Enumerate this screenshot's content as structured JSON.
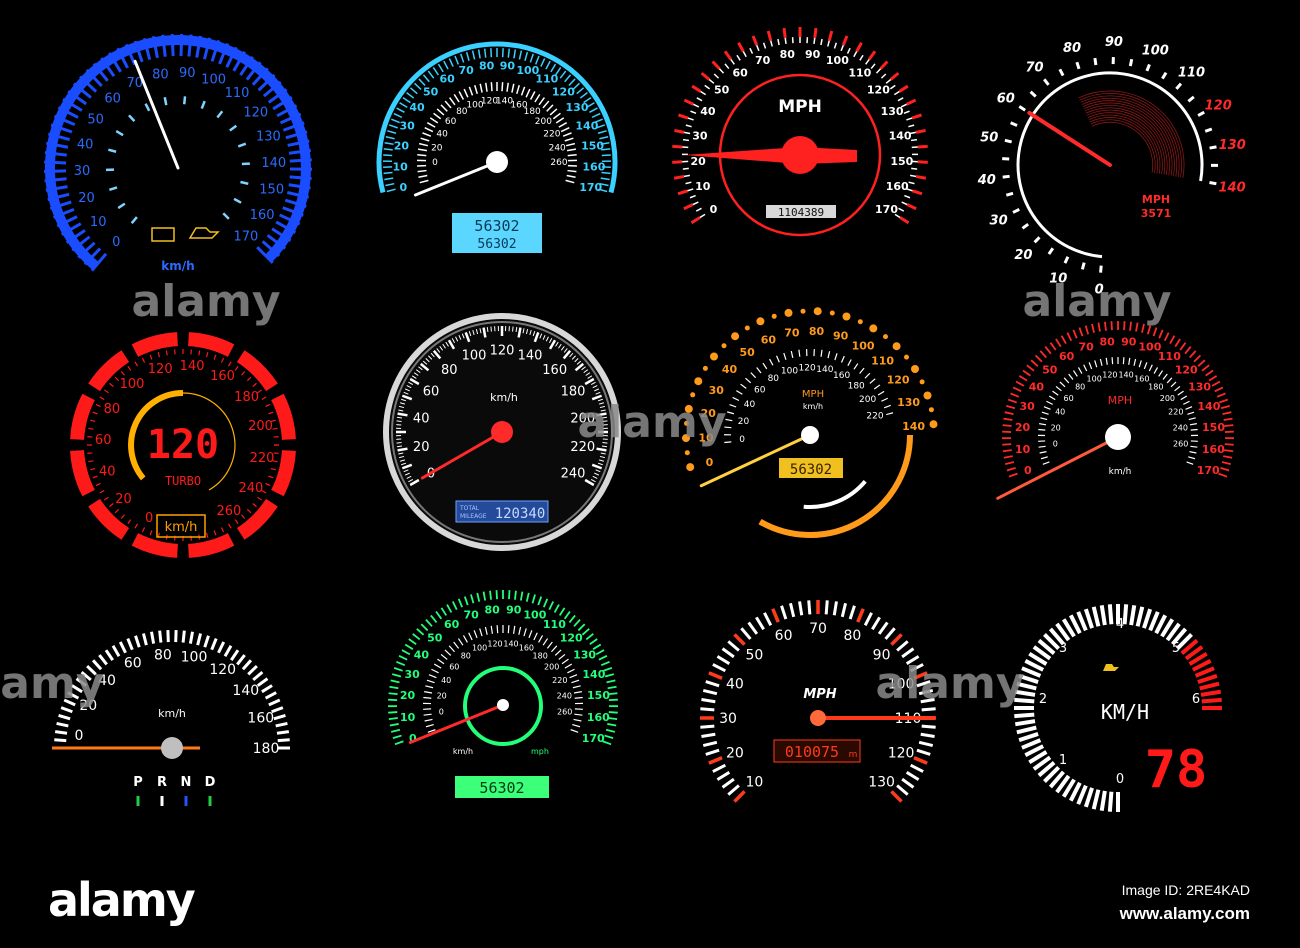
{
  "colors": {
    "background": "#000000",
    "white": "#ffffff",
    "watermark": "#8a8a8a"
  },
  "gauges": [
    {
      "id": "blue-kmh",
      "labels": [
        "0",
        "10",
        "20",
        "30",
        "40",
        "50",
        "60",
        "70",
        "80",
        "90",
        "100",
        "110",
        "120",
        "130",
        "140",
        "150",
        "160",
        "170"
      ],
      "unit": "km/h",
      "needle_value": 73,
      "accent": "#1a4dff",
      "text_color": "#2a6bff",
      "icons": [
        "battery-icon",
        "oil-can-icon"
      ]
    },
    {
      "id": "cyan-kmh",
      "outer_labels": [
        "0",
        "10",
        "20",
        "30",
        "40",
        "50",
        "60",
        "70",
        "80",
        "90",
        "100",
        "110",
        "120",
        "130",
        "140",
        "150",
        "160",
        "170"
      ],
      "inner_labels": [
        "0",
        "20",
        "40",
        "60",
        "80",
        "100",
        "120",
        "140",
        "160",
        "180",
        "200",
        "220",
        "240",
        "260"
      ],
      "odometer": [
        "56302",
        "56302"
      ],
      "needle_value": 8,
      "accent": "#3ad0ff"
    },
    {
      "id": "red-mph",
      "labels": [
        "0",
        "10",
        "20",
        "30",
        "40",
        "50",
        "60",
        "70",
        "80",
        "90",
        "100",
        "110",
        "120",
        "130",
        "140",
        "150",
        "160",
        "170"
      ],
      "title": "MPH",
      "odometer": "1104389",
      "accent": "#ff2020"
    },
    {
      "id": "white-red-mph",
      "labels": [
        "0",
        "10",
        "20",
        "30",
        "40",
        "50",
        "60",
        "70",
        "80",
        "90",
        "100",
        "110",
        "120",
        "130",
        "140"
      ],
      "unit": "MPH",
      "readout": "3571",
      "needle_value": 60,
      "accent": "#ff2a2a"
    },
    {
      "id": "red-turbo-kmh",
      "labels": [
        "0",
        "20",
        "40",
        "60",
        "80",
        "100",
        "120",
        "140",
        "160",
        "180",
        "200",
        "220",
        "240",
        "260"
      ],
      "digital_value": "120",
      "badge": "TURBO",
      "unit": "km/h",
      "accent": "#ff1a1a",
      "arc_color": "#ffb000"
    },
    {
      "id": "chrome-kmh",
      "labels": [
        "0",
        "20",
        "40",
        "60",
        "80",
        "100",
        "120",
        "140",
        "160",
        "180",
        "200",
        "220",
        "240"
      ],
      "unit": "km/h",
      "mileage_label": [
        "TOTAL",
        "MILEAGE"
      ],
      "mileage": "120340",
      "needle_value": 0
    },
    {
      "id": "orange-mph",
      "outer_labels": [
        "0",
        "10",
        "20",
        "30",
        "40",
        "50",
        "60",
        "70",
        "80",
        "90",
        "100",
        "110",
        "120",
        "130",
        "140"
      ],
      "inner_labels": [
        "0",
        "20",
        "40",
        "60",
        "80",
        "100",
        "120",
        "140",
        "160",
        "180",
        "200",
        "220"
      ],
      "unit": "MPH",
      "sub_unit": "km/h",
      "odometer": "56302",
      "accent": "#ff9a1a"
    },
    {
      "id": "red-white-mph",
      "outer_labels": [
        "0",
        "10",
        "20",
        "30",
        "40",
        "50",
        "60",
        "70",
        "80",
        "90",
        "100",
        "110",
        "120",
        "130",
        "140",
        "150",
        "160",
        "170"
      ],
      "inner_labels": [
        "0",
        "20",
        "40",
        "60",
        "80",
        "100",
        "120",
        "140",
        "160",
        "180",
        "200",
        "220",
        "240",
        "260"
      ],
      "unit": "MPH",
      "sub_unit": "km/h",
      "accent": "#ff2a2a"
    },
    {
      "id": "white-orange-kmh",
      "labels": [
        "0",
        "20",
        "40",
        "60",
        "80",
        "100",
        "120",
        "140",
        "160",
        "180"
      ],
      "unit": "km/h",
      "gears": [
        "P",
        "R",
        "N",
        "D"
      ],
      "accent": "#ff7a1a"
    },
    {
      "id": "green-kmh",
      "outer_labels": [
        "0",
        "10",
        "20",
        "30",
        "40",
        "50",
        "60",
        "70",
        "80",
        "90",
        "100",
        "110",
        "120",
        "130",
        "140",
        "150",
        "160",
        "170"
      ],
      "inner_labels": [
        "0",
        "20",
        "40",
        "60",
        "80",
        "100",
        "120",
        "140",
        "160",
        "180",
        "200",
        "220",
        "240",
        "260"
      ],
      "unit": "km/h",
      "sub_unit": "mph",
      "odometer": "56302",
      "accent": "#22ff7a"
    },
    {
      "id": "white-mph",
      "labels": [
        "10",
        "20",
        "30",
        "40",
        "50",
        "60",
        "70",
        "80",
        "90",
        "100",
        "110",
        "120",
        "130"
      ],
      "unit": "MPH",
      "odometer": "010075",
      "odometer_unit": "m",
      "accent": "#ff3a1a"
    },
    {
      "id": "tacho-kmh",
      "labels": [
        "0",
        "1",
        "2",
        "3",
        "4",
        "5",
        "6"
      ],
      "unit": "KM/H",
      "digital_value": "78",
      "accent": "#ff1a1a"
    }
  ],
  "watermarks": [
    "alamy",
    "alamy",
    "alamy",
    "alamy",
    "alamy"
  ],
  "credit": {
    "logo": "alamy",
    "image_id": "Image ID: 2RE4KAD",
    "url": "www.alamy.com"
  }
}
